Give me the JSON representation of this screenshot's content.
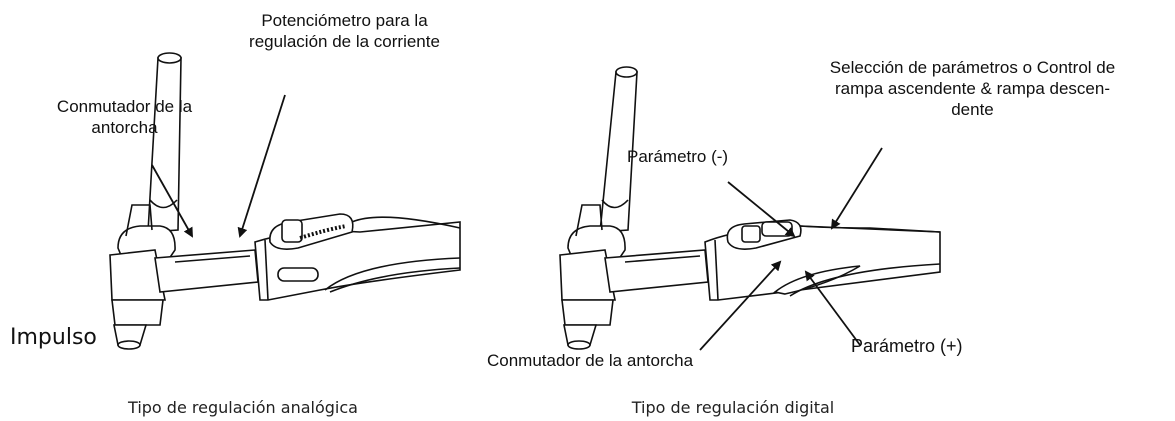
{
  "analog": {
    "potentiometer": [
      "Potenciómetro para la",
      "regulación de la corriente"
    ],
    "switch": [
      "Conmutador de la",
      "antorcha"
    ],
    "impulse": "Impulso",
    "caption": "Tipo de regulación analógica"
  },
  "digital": {
    "selection": [
      "Selección de parámetros o Control de",
      "rampa ascendente & rampa descen-",
      "dente"
    ],
    "param_minus": "Parámetro (-)",
    "param_plus": "Parámetro (+)",
    "switch": "Conmutador de la antorcha",
    "caption": "Tipo de regulación digital"
  },
  "colors": {
    "stroke": "#111111",
    "fill": "#ffffff",
    "dark": "#333333"
  }
}
